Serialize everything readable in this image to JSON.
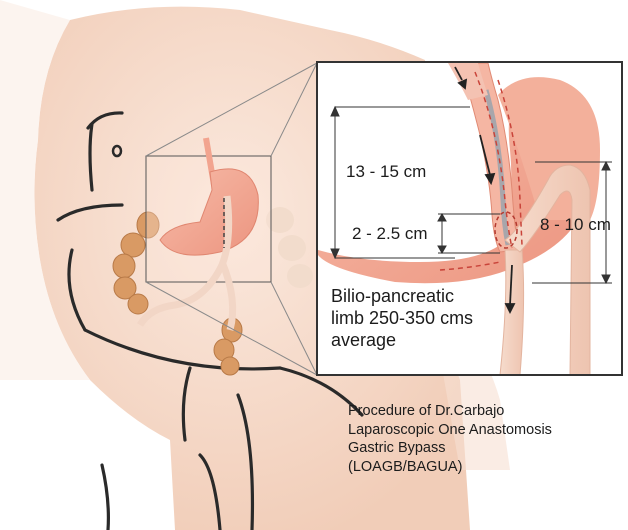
{
  "measurements": {
    "upper_pouch": "13 - 15 cm",
    "anastomosis": "2 - 2.5 cm",
    "right_segment": "8 - 10 cm"
  },
  "limb_label": {
    "line1": "Bilio-pancreatic",
    "line2": "limb 250-350 cms",
    "line3": "average"
  },
  "caption": {
    "line1": "Procedure of Dr.Carbajo",
    "line2": "Laparoscopic One Anastomosis",
    "line3": "Gastric Bypass",
    "line4": "(LOAGB/BAGUA)"
  },
  "colors": {
    "skin": "#f6dccb",
    "stomach": "#f2a48f",
    "intestine": "#f3d3c2",
    "colon": "#d99a64",
    "outline": "#2a2a2a",
    "staple_line": "#c9443a"
  }
}
